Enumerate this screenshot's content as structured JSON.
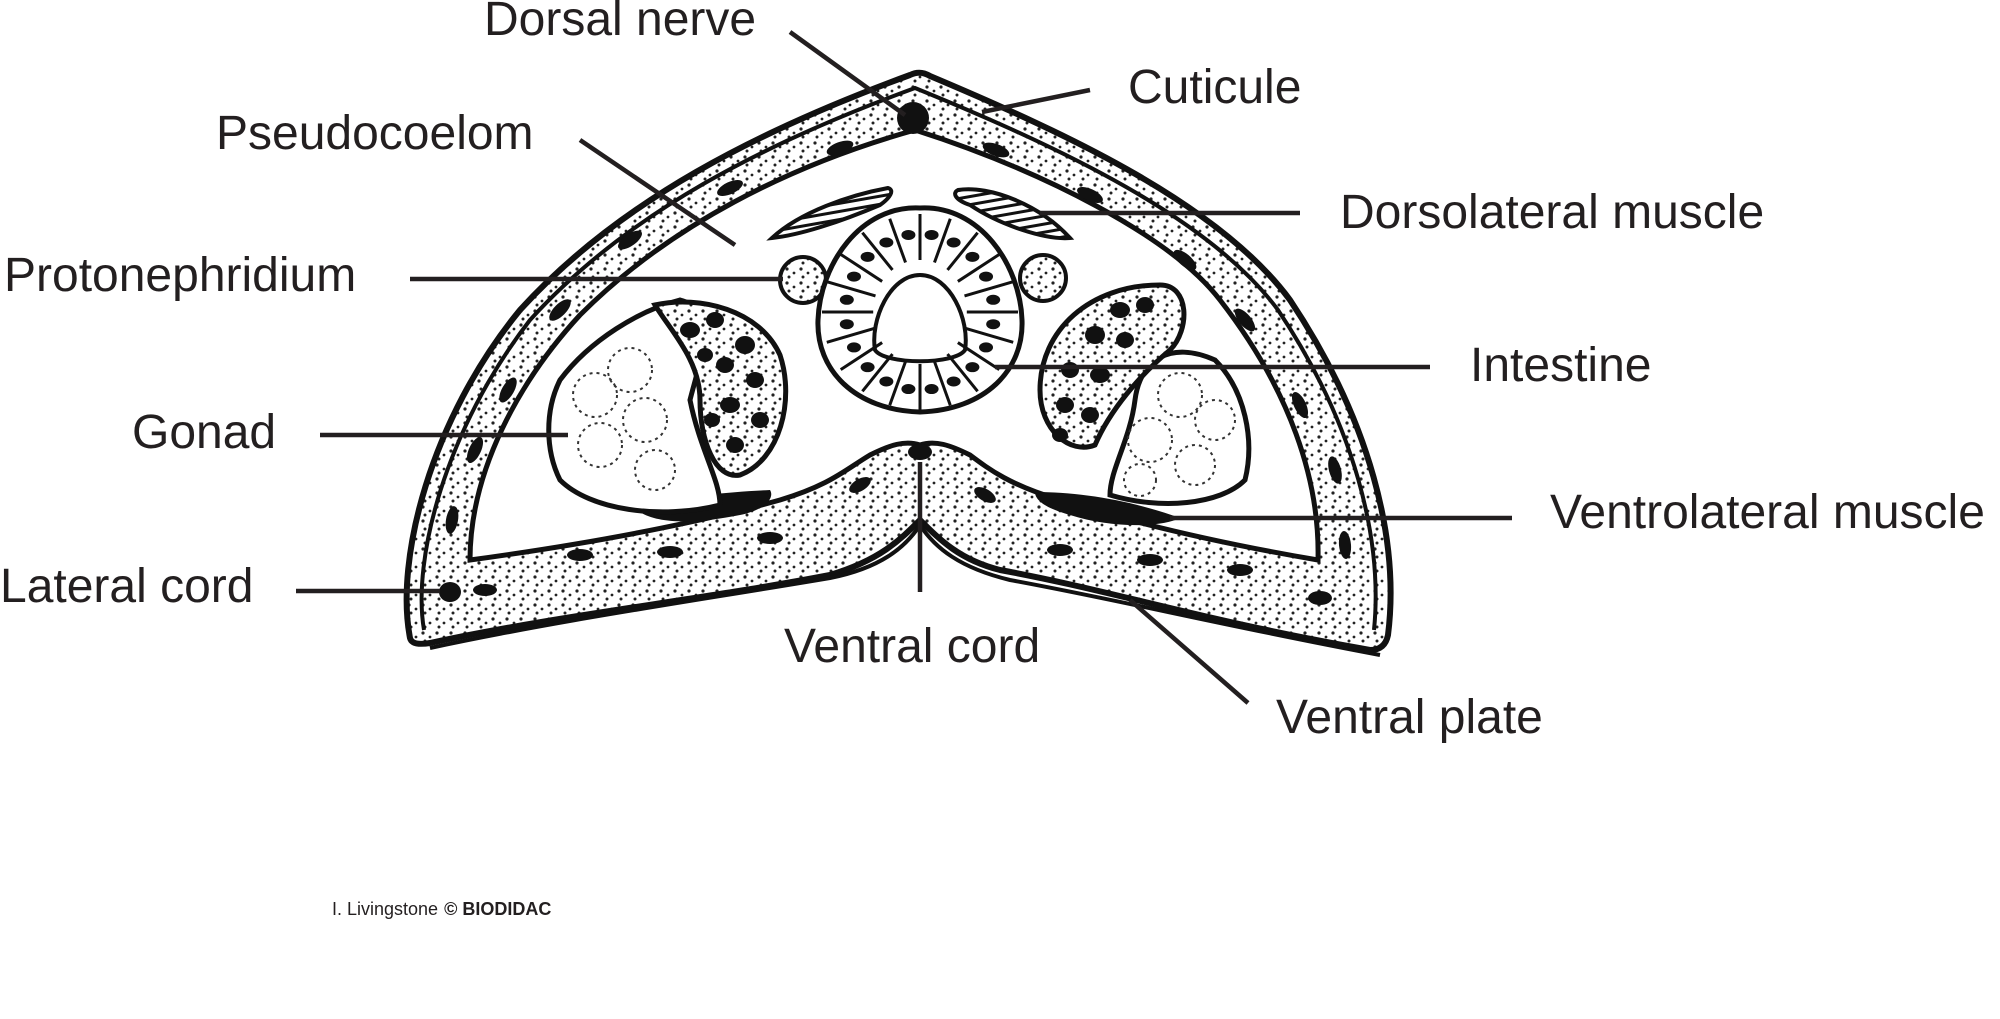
{
  "labels": {
    "dorsal_nerve": "Dorsal nerve",
    "cuticule": "Cuticule",
    "pseudocoelom": "Pseudocoelom",
    "dorsolateral_muscle": "Dorsolateral muscle",
    "protonephridium": "Protonephridium",
    "intestine": "Intestine",
    "gonad": "Gonad",
    "ventrolateral_muscle": "Ventrolateral muscle",
    "lateral_cord": "Lateral cord",
    "ventral_cord": "Ventral cord",
    "ventral_plate": "Ventral plate"
  },
  "credit": {
    "author": "I. Livingstone",
    "copyright": "© BIODIDAC"
  }
}
